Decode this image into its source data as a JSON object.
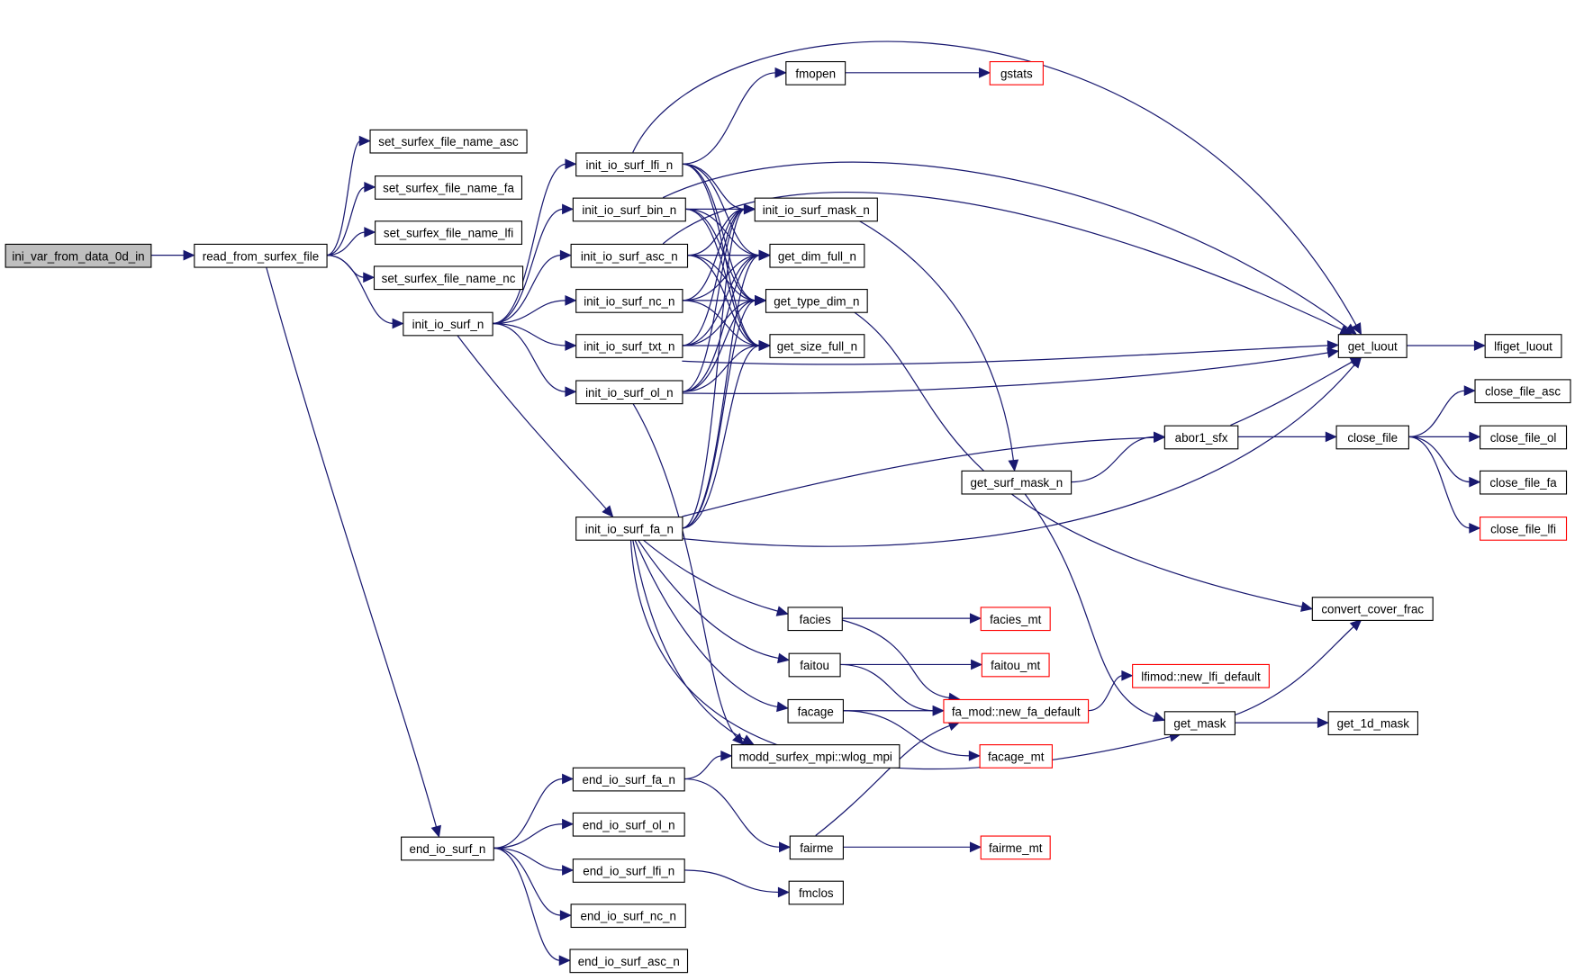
{
  "title": "Call graph of ini_var_from_data_0d_in",
  "colors": {
    "edge": "#191970",
    "node_border": "#000000",
    "external_border": "#ff0000",
    "root_fill": "#bfbfbf",
    "node_fill": "#ffffff"
  },
  "nodes": [
    {
      "id": "ini_var_from_data_0d_in",
      "label": "ini_var_from_data_0d_in",
      "kind": "root"
    },
    {
      "id": "read_from_surfex_file",
      "label": "read_from_surfex_file",
      "kind": "normal"
    },
    {
      "id": "set_surfex_file_name_asc",
      "label": "set_surfex_file_name_asc",
      "kind": "normal"
    },
    {
      "id": "set_surfex_file_name_fa",
      "label": "set_surfex_file_name_fa",
      "kind": "normal"
    },
    {
      "id": "set_surfex_file_name_lfi",
      "label": "set_surfex_file_name_lfi",
      "kind": "normal"
    },
    {
      "id": "set_surfex_file_name_nc",
      "label": "set_surfex_file_name_nc",
      "kind": "normal"
    },
    {
      "id": "init_io_surf_n",
      "label": "init_io_surf_n",
      "kind": "normal"
    },
    {
      "id": "end_io_surf_n",
      "label": "end_io_surf_n",
      "kind": "normal"
    },
    {
      "id": "init_io_surf_lfi_n",
      "label": "init_io_surf_lfi_n",
      "kind": "normal"
    },
    {
      "id": "init_io_surf_bin_n",
      "label": "init_io_surf_bin_n",
      "kind": "normal"
    },
    {
      "id": "init_io_surf_asc_n",
      "label": "init_io_surf_asc_n",
      "kind": "normal"
    },
    {
      "id": "init_io_surf_nc_n",
      "label": "init_io_surf_nc_n",
      "kind": "normal"
    },
    {
      "id": "init_io_surf_txt_n",
      "label": "init_io_surf_txt_n",
      "kind": "normal"
    },
    {
      "id": "init_io_surf_ol_n",
      "label": "init_io_surf_ol_n",
      "kind": "normal"
    },
    {
      "id": "init_io_surf_fa_n",
      "label": "init_io_surf_fa_n",
      "kind": "normal"
    },
    {
      "id": "end_io_surf_fa_n",
      "label": "end_io_surf_fa_n",
      "kind": "normal"
    },
    {
      "id": "end_io_surf_ol_n",
      "label": "end_io_surf_ol_n",
      "kind": "normal"
    },
    {
      "id": "end_io_surf_lfi_n",
      "label": "end_io_surf_lfi_n",
      "kind": "normal"
    },
    {
      "id": "end_io_surf_nc_n",
      "label": "end_io_surf_nc_n",
      "kind": "normal"
    },
    {
      "id": "end_io_surf_asc_n",
      "label": "end_io_surf_asc_n",
      "kind": "normal"
    },
    {
      "id": "fmopen",
      "label": "fmopen",
      "kind": "normal"
    },
    {
      "id": "gstats",
      "label": "gstats",
      "kind": "external"
    },
    {
      "id": "init_io_surf_mask_n",
      "label": "init_io_surf_mask_n",
      "kind": "normal"
    },
    {
      "id": "get_dim_full_n",
      "label": "get_dim_full_n",
      "kind": "normal"
    },
    {
      "id": "get_type_dim_n",
      "label": "get_type_dim_n",
      "kind": "normal"
    },
    {
      "id": "get_size_full_n",
      "label": "get_size_full_n",
      "kind": "normal"
    },
    {
      "id": "facies",
      "label": "facies",
      "kind": "normal"
    },
    {
      "id": "faitou",
      "label": "faitou",
      "kind": "normal"
    },
    {
      "id": "facage",
      "label": "facage",
      "kind": "normal"
    },
    {
      "id": "wlog_mpi",
      "label": "modd_surfex_mpi::wlog_mpi",
      "kind": "normal"
    },
    {
      "id": "fairme",
      "label": "fairme",
      "kind": "normal"
    },
    {
      "id": "fmclos",
      "label": "fmclos",
      "kind": "normal"
    },
    {
      "id": "facies_mt",
      "label": "facies_mt",
      "kind": "external"
    },
    {
      "id": "faitou_mt",
      "label": "faitou_mt",
      "kind": "external"
    },
    {
      "id": "new_fa_default",
      "label": "fa_mod::new_fa_default",
      "kind": "external"
    },
    {
      "id": "facage_mt",
      "label": "facage_mt",
      "kind": "external"
    },
    {
      "id": "fairme_mt",
      "label": "fairme_mt",
      "kind": "external"
    },
    {
      "id": "get_surf_mask_n",
      "label": "get_surf_mask_n",
      "kind": "normal"
    },
    {
      "id": "new_lfi_default",
      "label": "lfimod::new_lfi_default",
      "kind": "external"
    },
    {
      "id": "abor1_sfx",
      "label": "abor1_sfx",
      "kind": "normal"
    },
    {
      "id": "get_mask",
      "label": "get_mask",
      "kind": "normal"
    },
    {
      "id": "get_luout",
      "label": "get_luout",
      "kind": "normal"
    },
    {
      "id": "close_file",
      "label": "close_file",
      "kind": "normal"
    },
    {
      "id": "convert_cover_frac",
      "label": "convert_cover_frac",
      "kind": "normal"
    },
    {
      "id": "get_1d_mask",
      "label": "get_1d_mask",
      "kind": "normal"
    },
    {
      "id": "lfiget_luout",
      "label": "lfiget_luout",
      "kind": "normal"
    },
    {
      "id": "close_file_asc",
      "label": "close_file_asc",
      "kind": "normal"
    },
    {
      "id": "close_file_ol",
      "label": "close_file_ol",
      "kind": "normal"
    },
    {
      "id": "close_file_fa",
      "label": "close_file_fa",
      "kind": "normal"
    },
    {
      "id": "close_file_lfi",
      "label": "close_file_lfi",
      "kind": "external"
    }
  ],
  "edges": [
    [
      "ini_var_from_data_0d_in",
      "read_from_surfex_file"
    ],
    [
      "read_from_surfex_file",
      "set_surfex_file_name_asc"
    ],
    [
      "read_from_surfex_file",
      "set_surfex_file_name_fa"
    ],
    [
      "read_from_surfex_file",
      "set_surfex_file_name_lfi"
    ],
    [
      "read_from_surfex_file",
      "set_surfex_file_name_nc"
    ],
    [
      "read_from_surfex_file",
      "init_io_surf_n"
    ],
    [
      "read_from_surfex_file",
      "end_io_surf_n"
    ],
    [
      "init_io_surf_n",
      "init_io_surf_lfi_n"
    ],
    [
      "init_io_surf_n",
      "init_io_surf_bin_n"
    ],
    [
      "init_io_surf_n",
      "init_io_surf_asc_n"
    ],
    [
      "init_io_surf_n",
      "init_io_surf_nc_n"
    ],
    [
      "init_io_surf_n",
      "init_io_surf_txt_n"
    ],
    [
      "init_io_surf_n",
      "init_io_surf_ol_n"
    ],
    [
      "init_io_surf_n",
      "init_io_surf_fa_n"
    ],
    [
      "init_io_surf_lfi_n",
      "fmopen"
    ],
    [
      "init_io_surf_lfi_n",
      "get_luout"
    ],
    [
      "init_io_surf_lfi_n",
      "init_io_surf_mask_n"
    ],
    [
      "init_io_surf_lfi_n",
      "get_dim_full_n"
    ],
    [
      "init_io_surf_lfi_n",
      "get_type_dim_n"
    ],
    [
      "init_io_surf_lfi_n",
      "get_size_full_n"
    ],
    [
      "init_io_surf_bin_n",
      "init_io_surf_mask_n"
    ],
    [
      "init_io_surf_bin_n",
      "get_dim_full_n"
    ],
    [
      "init_io_surf_bin_n",
      "get_type_dim_n"
    ],
    [
      "init_io_surf_bin_n",
      "get_size_full_n"
    ],
    [
      "init_io_surf_bin_n",
      "get_luout"
    ],
    [
      "init_io_surf_asc_n",
      "init_io_surf_mask_n"
    ],
    [
      "init_io_surf_asc_n",
      "get_dim_full_n"
    ],
    [
      "init_io_surf_asc_n",
      "get_type_dim_n"
    ],
    [
      "init_io_surf_asc_n",
      "get_size_full_n"
    ],
    [
      "init_io_surf_asc_n",
      "get_luout"
    ],
    [
      "init_io_surf_nc_n",
      "init_io_surf_mask_n"
    ],
    [
      "init_io_surf_nc_n",
      "get_dim_full_n"
    ],
    [
      "init_io_surf_nc_n",
      "get_type_dim_n"
    ],
    [
      "init_io_surf_nc_n",
      "get_size_full_n"
    ],
    [
      "init_io_surf_txt_n",
      "init_io_surf_mask_n"
    ],
    [
      "init_io_surf_txt_n",
      "get_dim_full_n"
    ],
    [
      "init_io_surf_txt_n",
      "get_type_dim_n"
    ],
    [
      "init_io_surf_txt_n",
      "get_size_full_n"
    ],
    [
      "init_io_surf_txt_n",
      "get_luout"
    ],
    [
      "init_io_surf_ol_n",
      "init_io_surf_mask_n"
    ],
    [
      "init_io_surf_ol_n",
      "get_dim_full_n"
    ],
    [
      "init_io_surf_ol_n",
      "get_type_dim_n"
    ],
    [
      "init_io_surf_ol_n",
      "get_size_full_n"
    ],
    [
      "init_io_surf_ol_n",
      "get_luout"
    ],
    [
      "init_io_surf_ol_n",
      "wlog_mpi"
    ],
    [
      "init_io_surf_fa_n",
      "init_io_surf_mask_n"
    ],
    [
      "init_io_surf_fa_n",
      "get_dim_full_n"
    ],
    [
      "init_io_surf_fa_n",
      "get_type_dim_n"
    ],
    [
      "init_io_surf_fa_n",
      "get_size_full_n"
    ],
    [
      "init_io_surf_fa_n",
      "abor1_sfx"
    ],
    [
      "init_io_surf_fa_n",
      "get_luout"
    ],
    [
      "init_io_surf_fa_n",
      "facies"
    ],
    [
      "init_io_surf_fa_n",
      "faitou"
    ],
    [
      "init_io_surf_fa_n",
      "facage"
    ],
    [
      "init_io_surf_fa_n",
      "wlog_mpi"
    ],
    [
      "init_io_surf_fa_n",
      "get_mask"
    ],
    [
      "end_io_surf_n",
      "end_io_surf_fa_n"
    ],
    [
      "end_io_surf_n",
      "end_io_surf_ol_n"
    ],
    [
      "end_io_surf_n",
      "end_io_surf_lfi_n"
    ],
    [
      "end_io_surf_n",
      "end_io_surf_nc_n"
    ],
    [
      "end_io_surf_n",
      "end_io_surf_asc_n"
    ],
    [
      "end_io_surf_fa_n",
      "wlog_mpi"
    ],
    [
      "end_io_surf_fa_n",
      "fairme"
    ],
    [
      "end_io_surf_lfi_n",
      "fmclos"
    ],
    [
      "fmopen",
      "gstats"
    ],
    [
      "init_io_surf_mask_n",
      "get_surf_mask_n"
    ],
    [
      "get_type_dim_n",
      "convert_cover_frac"
    ],
    [
      "facies",
      "facies_mt"
    ],
    [
      "facies",
      "new_fa_default"
    ],
    [
      "faitou",
      "faitou_mt"
    ],
    [
      "faitou",
      "new_fa_default"
    ],
    [
      "facage",
      "new_fa_default"
    ],
    [
      "facage",
      "facage_mt"
    ],
    [
      "fairme",
      "new_fa_default"
    ],
    [
      "fairme",
      "fairme_mt"
    ],
    [
      "new_fa_default",
      "new_lfi_default"
    ],
    [
      "get_surf_mask_n",
      "abor1_sfx"
    ],
    [
      "get_surf_mask_n",
      "get_mask"
    ],
    [
      "abor1_sfx",
      "get_luout"
    ],
    [
      "abor1_sfx",
      "close_file"
    ],
    [
      "get_mask",
      "convert_cover_frac"
    ],
    [
      "get_mask",
      "get_1d_mask"
    ],
    [
      "get_luout",
      "lfiget_luout"
    ],
    [
      "close_file",
      "close_file_asc"
    ],
    [
      "close_file",
      "close_file_ol"
    ],
    [
      "close_file",
      "close_file_fa"
    ],
    [
      "close_file",
      "close_file_lfi"
    ]
  ]
}
